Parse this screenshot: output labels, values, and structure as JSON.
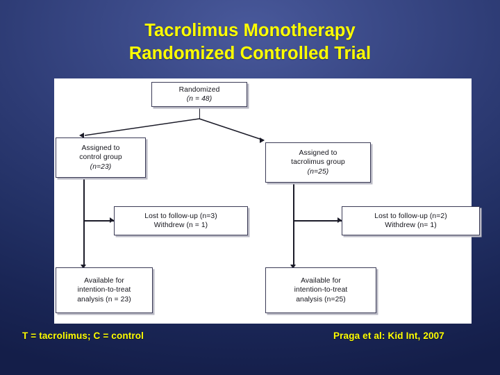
{
  "slide": {
    "title_lines": [
      "Tacrolimus Monotherapy",
      "Randomized Controlled Trial"
    ],
    "legend_note": "T = tacrolimus; C = control",
    "citation": "Praga et al: Kid Int, 2007",
    "colors": {
      "title_yellow": "#ffff00",
      "background_blue": "#2d3b74",
      "panel_white": "#ffffff",
      "box_border": "#3a3a55",
      "box_shadow": "#b9b9c4"
    }
  },
  "flowchart": {
    "type": "consort-diagram",
    "boxes": {
      "randomized": {
        "line1": "Randomized",
        "line2": "(n = 48)"
      },
      "control_group": {
        "line1": "Assigned to",
        "line2": "control group",
        "line3": "(n=23)"
      },
      "tacrolimus_group": {
        "line1": "Assigned to",
        "line2": "tacrolimus group",
        "line3": "(n=25)"
      },
      "lost_left": {
        "line1": "Lost to follow-up (n=3)",
        "line2": "Withdrew (n = 1)"
      },
      "lost_right": {
        "line1": "Lost to follow-up (n=2)",
        "line2": "Withdrew (n= 1)"
      },
      "itt_left": {
        "line1": "Available for",
        "line2": "intention-to-treat",
        "line3": "analysis (n = 23)"
      },
      "itt_right": {
        "line1": "Available for",
        "line2": "intention-to-treat",
        "line3": "analysis (n=25)"
      }
    }
  }
}
